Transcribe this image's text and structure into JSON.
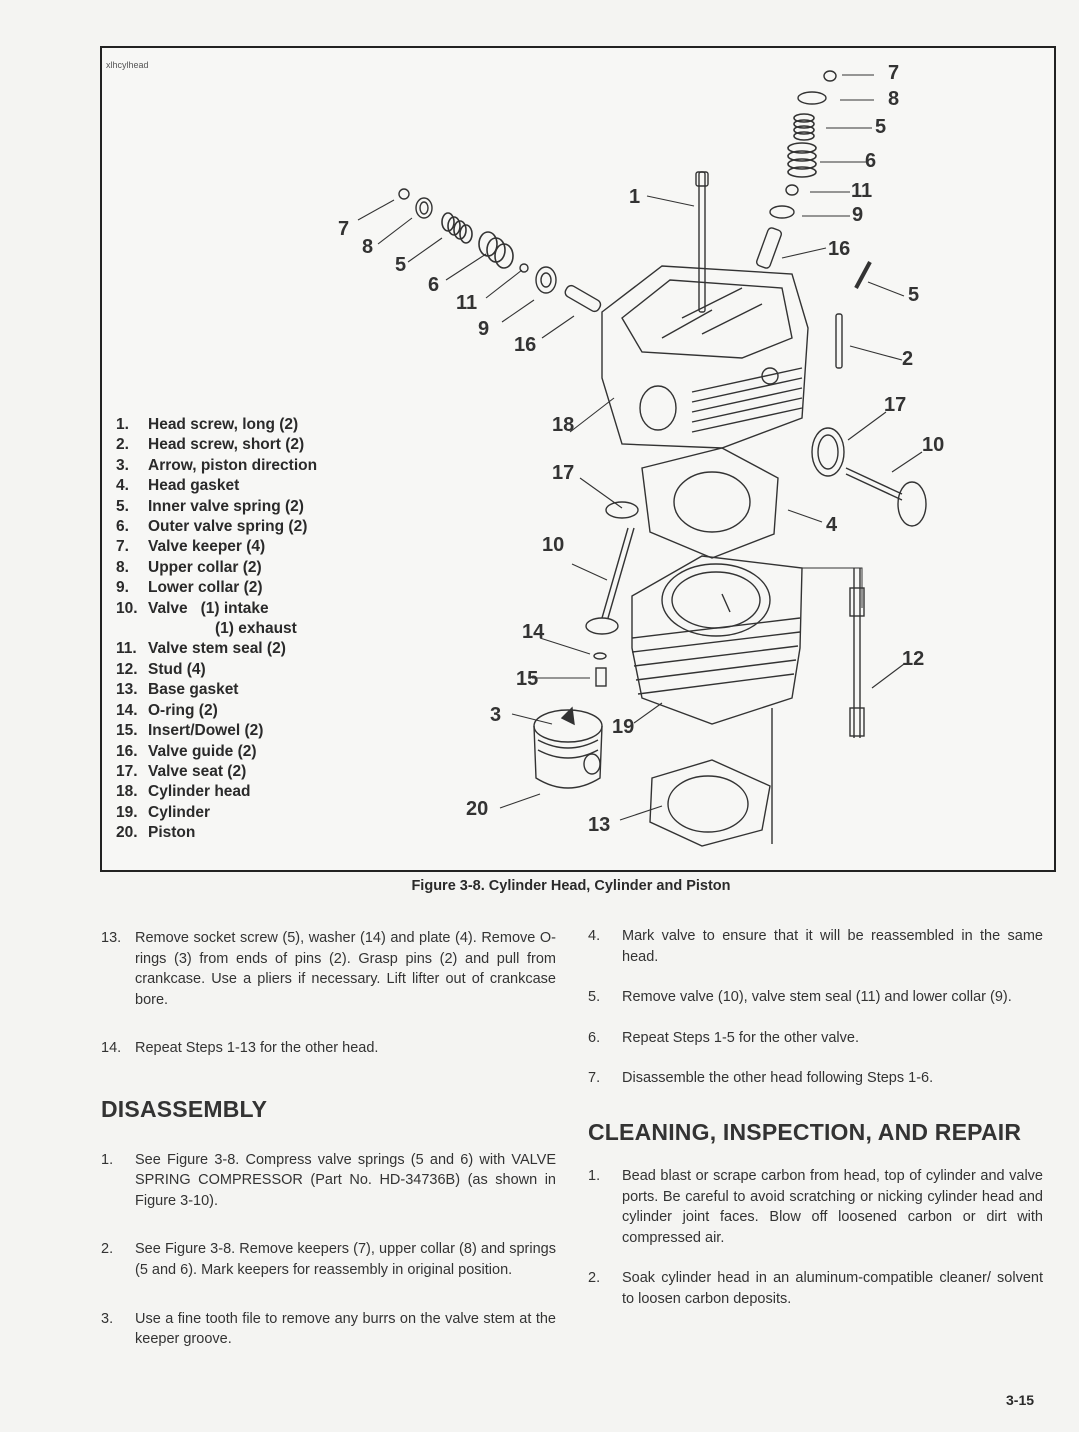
{
  "figure": {
    "file_tag": "xlhcylhead",
    "caption": "Figure 3-8. Cylinder Head, Cylinder and Piston",
    "parts": [
      {
        "num": "1.",
        "label": "Head screw, long (2)"
      },
      {
        "num": "2.",
        "label": "Head screw, short (2)"
      },
      {
        "num": "3.",
        "label": "Arrow, piston direction"
      },
      {
        "num": "4.",
        "label": "Head gasket"
      },
      {
        "num": "5.",
        "label": "Inner valve spring (2)"
      },
      {
        "num": "6.",
        "label": "Outer valve spring (2)"
      },
      {
        "num": "7.",
        "label": "Valve keeper (4)"
      },
      {
        "num": "8.",
        "label": "Upper collar (2)"
      },
      {
        "num": "9.",
        "label": "Lower collar (2)"
      },
      {
        "num": "10.",
        "label": "Valve   (1) intake"
      },
      {
        "num": "",
        "label": "(1) exhaust"
      },
      {
        "num": "11.",
        "label": "Valve stem seal (2)"
      },
      {
        "num": "12.",
        "label": "Stud (4)"
      },
      {
        "num": "13.",
        "label": "Base gasket"
      },
      {
        "num": "14.",
        "label": "O-ring (2)"
      },
      {
        "num": "15.",
        "label": "Insert/Dowel (2)"
      },
      {
        "num": "16.",
        "label": "Valve guide (2)"
      },
      {
        "num": "17.",
        "label": "Valve seat (2)"
      },
      {
        "num": "18.",
        "label": "Cylinder head"
      },
      {
        "num": "19.",
        "label": "Cylinder"
      },
      {
        "num": "20.",
        "label": "Piston"
      }
    ],
    "callouts": {
      "c7": "7",
      "c8": "8",
      "c5": "5",
      "c6": "6",
      "c11": "11",
      "c9": "9",
      "c16": "16",
      "c1": "1",
      "c18": "18",
      "c17": "17",
      "c10": "10",
      "c14": "14",
      "c15": "15",
      "c3": "3",
      "c19": "19",
      "c20": "20",
      "c13": "13",
      "r7": "7",
      "r8": "8",
      "r5": "5",
      "r6": "6",
      "r11": "11",
      "r9": "9",
      "r16": "16",
      "r5b": "5",
      "r2": "2",
      "r17": "17",
      "r10": "10",
      "r4": "4",
      "r12": "12"
    }
  },
  "left_column": {
    "steps": [
      {
        "num": "13.",
        "text": "Remove socket screw (5), washer (14) and plate (4). Remove O-rings (3) from ends of pins (2). Grasp pins (2) and pull from crankcase. Use a pliers if necessary. Lift lifter out of crankcase bore."
      },
      {
        "num": "14.",
        "text": "Repeat Steps 1-13 for the other head."
      }
    ],
    "section_title": "DISASSEMBLY",
    "section_steps": [
      {
        "num": "1.",
        "text": "See Figure 3-8. Compress valve springs (5 and 6) with VALVE SPRING COMPRESSOR (Part No. HD-34736B) (as shown in Figure 3-10)."
      },
      {
        "num": "2.",
        "text": "See Figure 3-8. Remove keepers (7), upper collar (8) and springs (5 and 6). Mark keepers for reassembly in original position."
      },
      {
        "num": "3.",
        "text": "Use a fine tooth file to remove any burrs on the valve stem at the keeper groove."
      }
    ]
  },
  "right_column": {
    "steps": [
      {
        "num": "4.",
        "text": "Mark valve to ensure that it will be reassembled in the same head."
      },
      {
        "num": "5.",
        "text": "Remove valve (10), valve stem seal (11) and lower collar (9)."
      },
      {
        "num": "6.",
        "text": "Repeat Steps 1-5 for the other valve."
      },
      {
        "num": "7.",
        "text": "Disassemble the other head following Steps 1-6."
      }
    ],
    "section_title": "CLEANING, INSPECTION, AND REPAIR",
    "section_steps": [
      {
        "num": "1.",
        "text": "Bead blast or scrape carbon from head, top of cylinder and valve ports. Be careful to avoid scratching or nicking cylinder head and cylinder joint faces. Blow off loosened carbon or dirt with compressed air."
      },
      {
        "num": "2.",
        "text": "Soak cylinder head in an aluminum-compatible cleaner/ solvent to loosen carbon deposits."
      }
    ]
  },
  "page_number": "3-15"
}
